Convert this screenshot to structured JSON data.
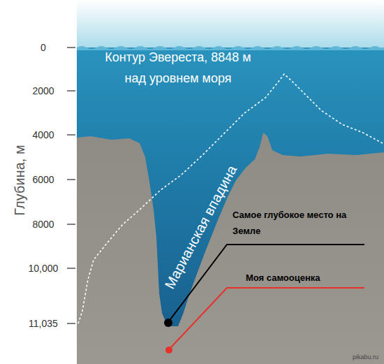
{
  "diagram": {
    "labels": [
      "0",
      "2000",
      "4000",
      "6000",
      "8000",
      "10,000",
      "11,035",
      "Глубина, м",
      "Контур Эвереста, 8848 м над уровнем моря",
      "Марианская впадина",
      "Самое глубокое место на Земле",
      "Моя самооценка",
      "pikabu.ru"
    ]
  }
}
